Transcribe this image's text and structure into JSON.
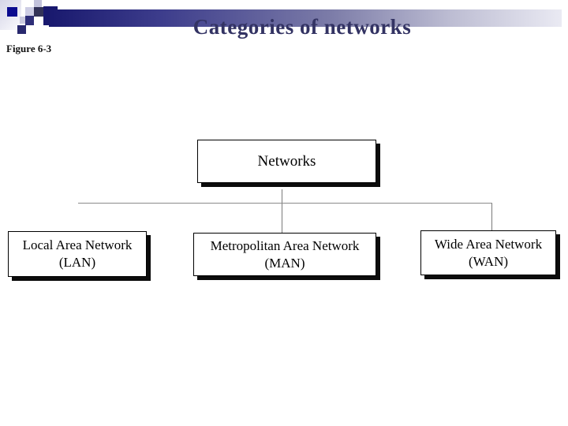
{
  "slide": {
    "figure_label": "Figure 6-3",
    "title": "Categories of networks"
  },
  "diagram": {
    "root_label": "Networks",
    "children": [
      {
        "name": "Local Area Network",
        "abbr": "(LAN)"
      },
      {
        "name": "Metropolitan Area Network",
        "abbr": "(MAN)"
      },
      {
        "name": "Wide Area Network",
        "abbr": "(WAN)"
      }
    ]
  },
  "colors": {
    "title_text": "#333363",
    "bar_gradient_start": "#19196e",
    "bar_gradient_end": "#eaeaf3",
    "accent_blue_square": "#0b0b8f",
    "connector_gray": "#7a7a7a",
    "box_fill": "#ffffff",
    "box_border": "#000000",
    "box_shadow": "#0c0c0c"
  }
}
